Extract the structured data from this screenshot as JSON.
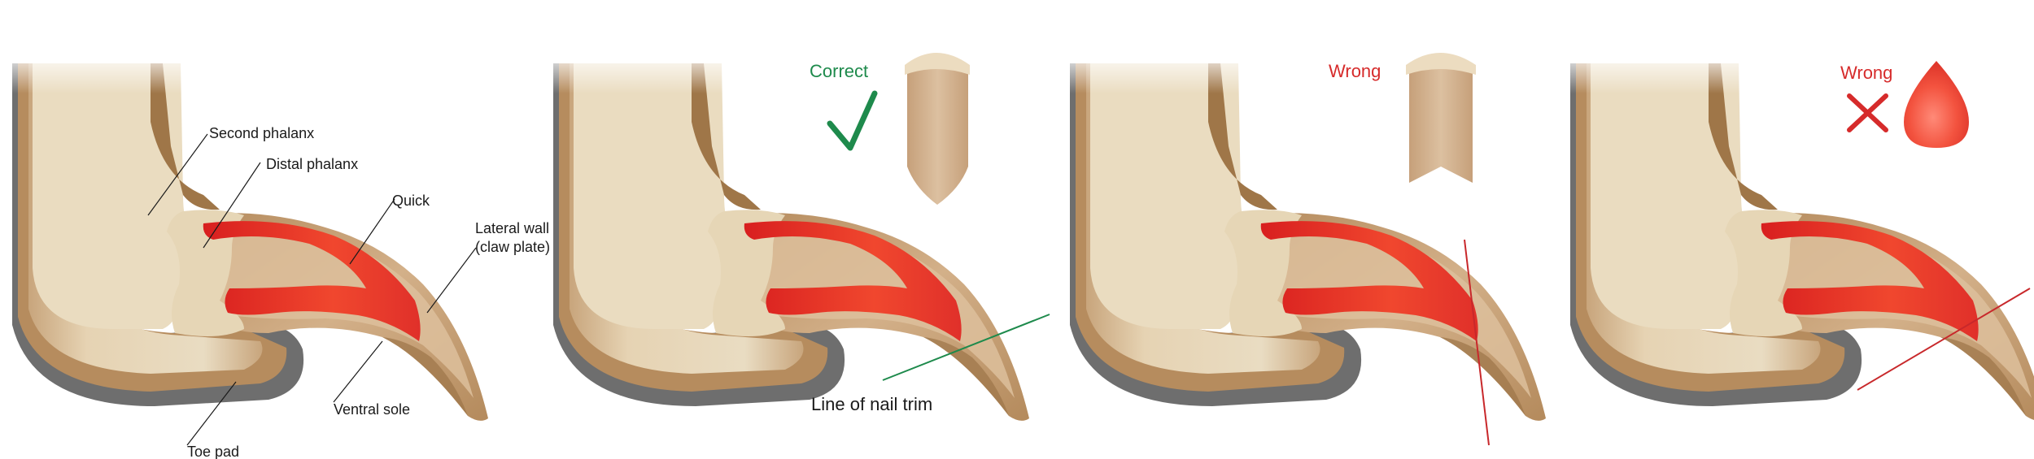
{
  "colors": {
    "correct": "#1e8a4c",
    "wrong": "#d62b2b",
    "quick": "#e0302a",
    "claw": "#c9a27a",
    "bone": "#e8dcc3",
    "pad": "#6b6b6b"
  },
  "panels": [
    {
      "verdict": "",
      "icon": ""
    },
    {
      "verdict": "Correct",
      "icon": "checkmark-icon"
    },
    {
      "verdict": "Wrong",
      "icon": ""
    },
    {
      "verdict": "Wrong",
      "icon": "x-icon"
    }
  ],
  "labels": {
    "second_phalanx": "Second phalanx",
    "distal_phalanx": "Distal phalanx",
    "quick": "Quick",
    "lateral_wall_1": "Lateral wall",
    "lateral_wall_2": "(claw plate)",
    "ventral_sole": "Ventral sole",
    "toe_pad": "Toe pad",
    "trim_line": "Line  of nail trim"
  },
  "icons": [
    "checkmark-icon",
    "x-icon",
    "blood-drop-icon",
    "trimmed-claw-pointed-icon",
    "trimmed-claw-notched-icon"
  ]
}
